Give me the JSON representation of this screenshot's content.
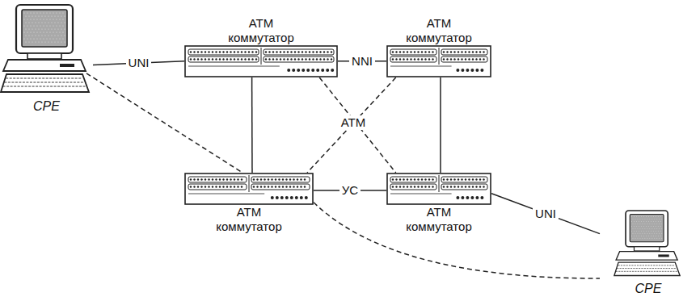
{
  "diagram": {
    "nodes": [
      {
        "text": [
          "CPE"
        ]
      },
      {
        "text": [
          "ATM коммутатор"
        ]
      },
      {
        "text": [
          "ATM коммутатор"
        ]
      },
      {
        "text": [
          "ATM коммутатор"
        ]
      },
      {
        "text": [
          "ATM коммутатор"
        ]
      },
      {
        "text": [
          "CPE"
        ]
      }
    ],
    "edges": [
      {
        "from": 0,
        "to": 1,
        "arrow": "none",
        "label": "UNI"
      },
      {
        "from": 1,
        "to": 2,
        "arrow": "none",
        "label": "NNI"
      },
      {
        "from": 1,
        "to": 3,
        "arrow": "none"
      },
      {
        "from": 2,
        "to": 4,
        "arrow": "none"
      },
      {
        "from": 3,
        "to": 4,
        "arrow": "none",
        "label": "УС"
      },
      {
        "from": 4,
        "to": 5,
        "arrow": "none",
        "label": "UNI"
      },
      {
        "from": 0,
        "to": 3,
        "arrow": "none"
      },
      {
        "from": 1,
        "to": 4,
        "arrow": "none"
      },
      {
        "from": 2,
        "to": 3,
        "arrow": "none"
      },
      {
        "from": 3,
        "to": 5,
        "arrow": "none"
      }
    ],
    "labels": [
      "ATM"
    ]
  }
}
